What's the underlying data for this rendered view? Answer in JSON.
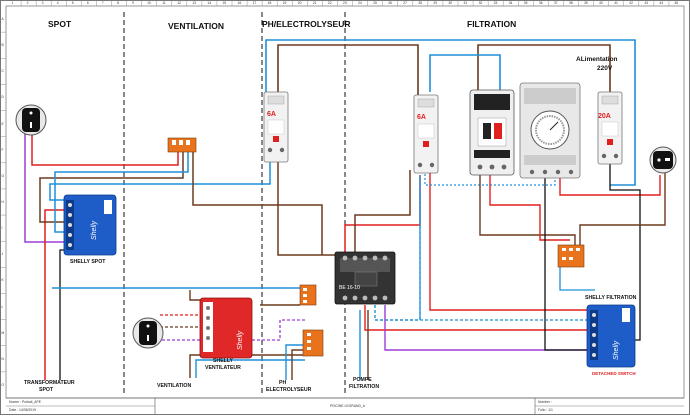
{
  "sections": {
    "spot": "SPOT",
    "ventilation": "VENTILATION",
    "ph": "PH/ELECTROLYSEUR",
    "filtration": "FILTRATION"
  },
  "supply": {
    "line1": "ALimentation",
    "line2": "220V"
  },
  "breakers": {
    "ph": "6A",
    "filtration": "6A",
    "main": "20A"
  },
  "contactor_label": "BE 16-10",
  "component_labels": {
    "shelly_spot": "SHELLY SPOT",
    "shelly_vent_1": "SHELLY",
    "shelly_vent_2": "VENTILATEUR",
    "shelly_filtration": "SHELLY FILTRATION",
    "detached": "DETACHED SWITCH"
  },
  "bottom_labels": {
    "transfo_1": "TRANSFORMATEUR",
    "transfo_2": "SPOT",
    "ventilation": "VENTILATION",
    "ph_1": "PH",
    "ph_2": "ELECTROLYSEUR",
    "pompe_1": "POMPE",
    "pompe_2": "FILTRATION"
  },
  "title_block": {
    "left_a": "Nomer : Poitrail_APE",
    "left_b": "Date : 14/05/2019",
    "center": "PISCINE LEGRAND_A",
    "right_a": "Number :",
    "right_b": "Folio : 1/1"
  },
  "ruler": {
    "columns": [
      "1",
      "2",
      "3",
      "4",
      "5",
      "6",
      "7",
      "8",
      "9",
      "10",
      "11",
      "12",
      "13",
      "14",
      "15",
      "16",
      "17",
      "18",
      "19",
      "20",
      "21",
      "22",
      "23",
      "24",
      "25",
      "26",
      "27",
      "28",
      "29",
      "30",
      "31",
      "32",
      "33",
      "34",
      "35",
      "36",
      "37",
      "38",
      "39",
      "40",
      "41",
      "42",
      "43",
      "44",
      "45"
    ],
    "rows": [
      "A",
      "B",
      "C",
      "D",
      "E",
      "F",
      "G",
      "H",
      "I",
      "J",
      "K",
      "L",
      "M",
      "N",
      "O"
    ]
  },
  "colors": {
    "brown": "#6b3a1f",
    "blue": "#1e90d8",
    "red": "#e01f1f",
    "black": "#111111",
    "gray": "#888888",
    "purple": "#9b3fd6",
    "shelly_blue": "#1e5cc7",
    "shelly_red": "#e02828",
    "wago_orange": "#e8731c"
  }
}
